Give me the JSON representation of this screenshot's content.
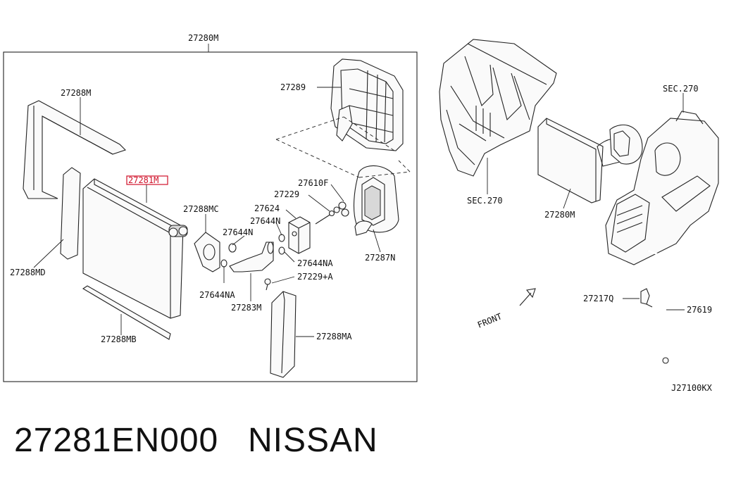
{
  "diagram": {
    "assembly_label": "27280M",
    "highlighted_label": "27281M",
    "labels": {
      "l_27288M": "27288M",
      "l_27289": "27289",
      "l_27610F": "27610F",
      "l_27229": "27229",
      "l_27624": "27624",
      "l_27288MC": "27288MC",
      "l_27644N_a": "27644N",
      "l_27644N_b": "27644N",
      "l_27644NA_a": "27644NA",
      "l_27644NA_b": "27644NA",
      "l_27229A": "27229+A",
      "l_27287N": "27287N",
      "l_27288MD": "27288MD",
      "l_27283M": "27283M",
      "l_27288MB": "27288MB",
      "l_27288MA": "27288MA",
      "l_sec270_a": "SEC.270",
      "l_sec270_b": "SEC.270",
      "l_27280M_b": "27280M",
      "l_27217Q": "27217Q",
      "l_27619": "27619",
      "l_front": "FRONT",
      "l_code": "J27100KX"
    }
  },
  "footer": {
    "part_number": "27281EN000",
    "brand": "NISSAN"
  },
  "colors": {
    "highlight": "#d0122a",
    "line": "#222222"
  }
}
